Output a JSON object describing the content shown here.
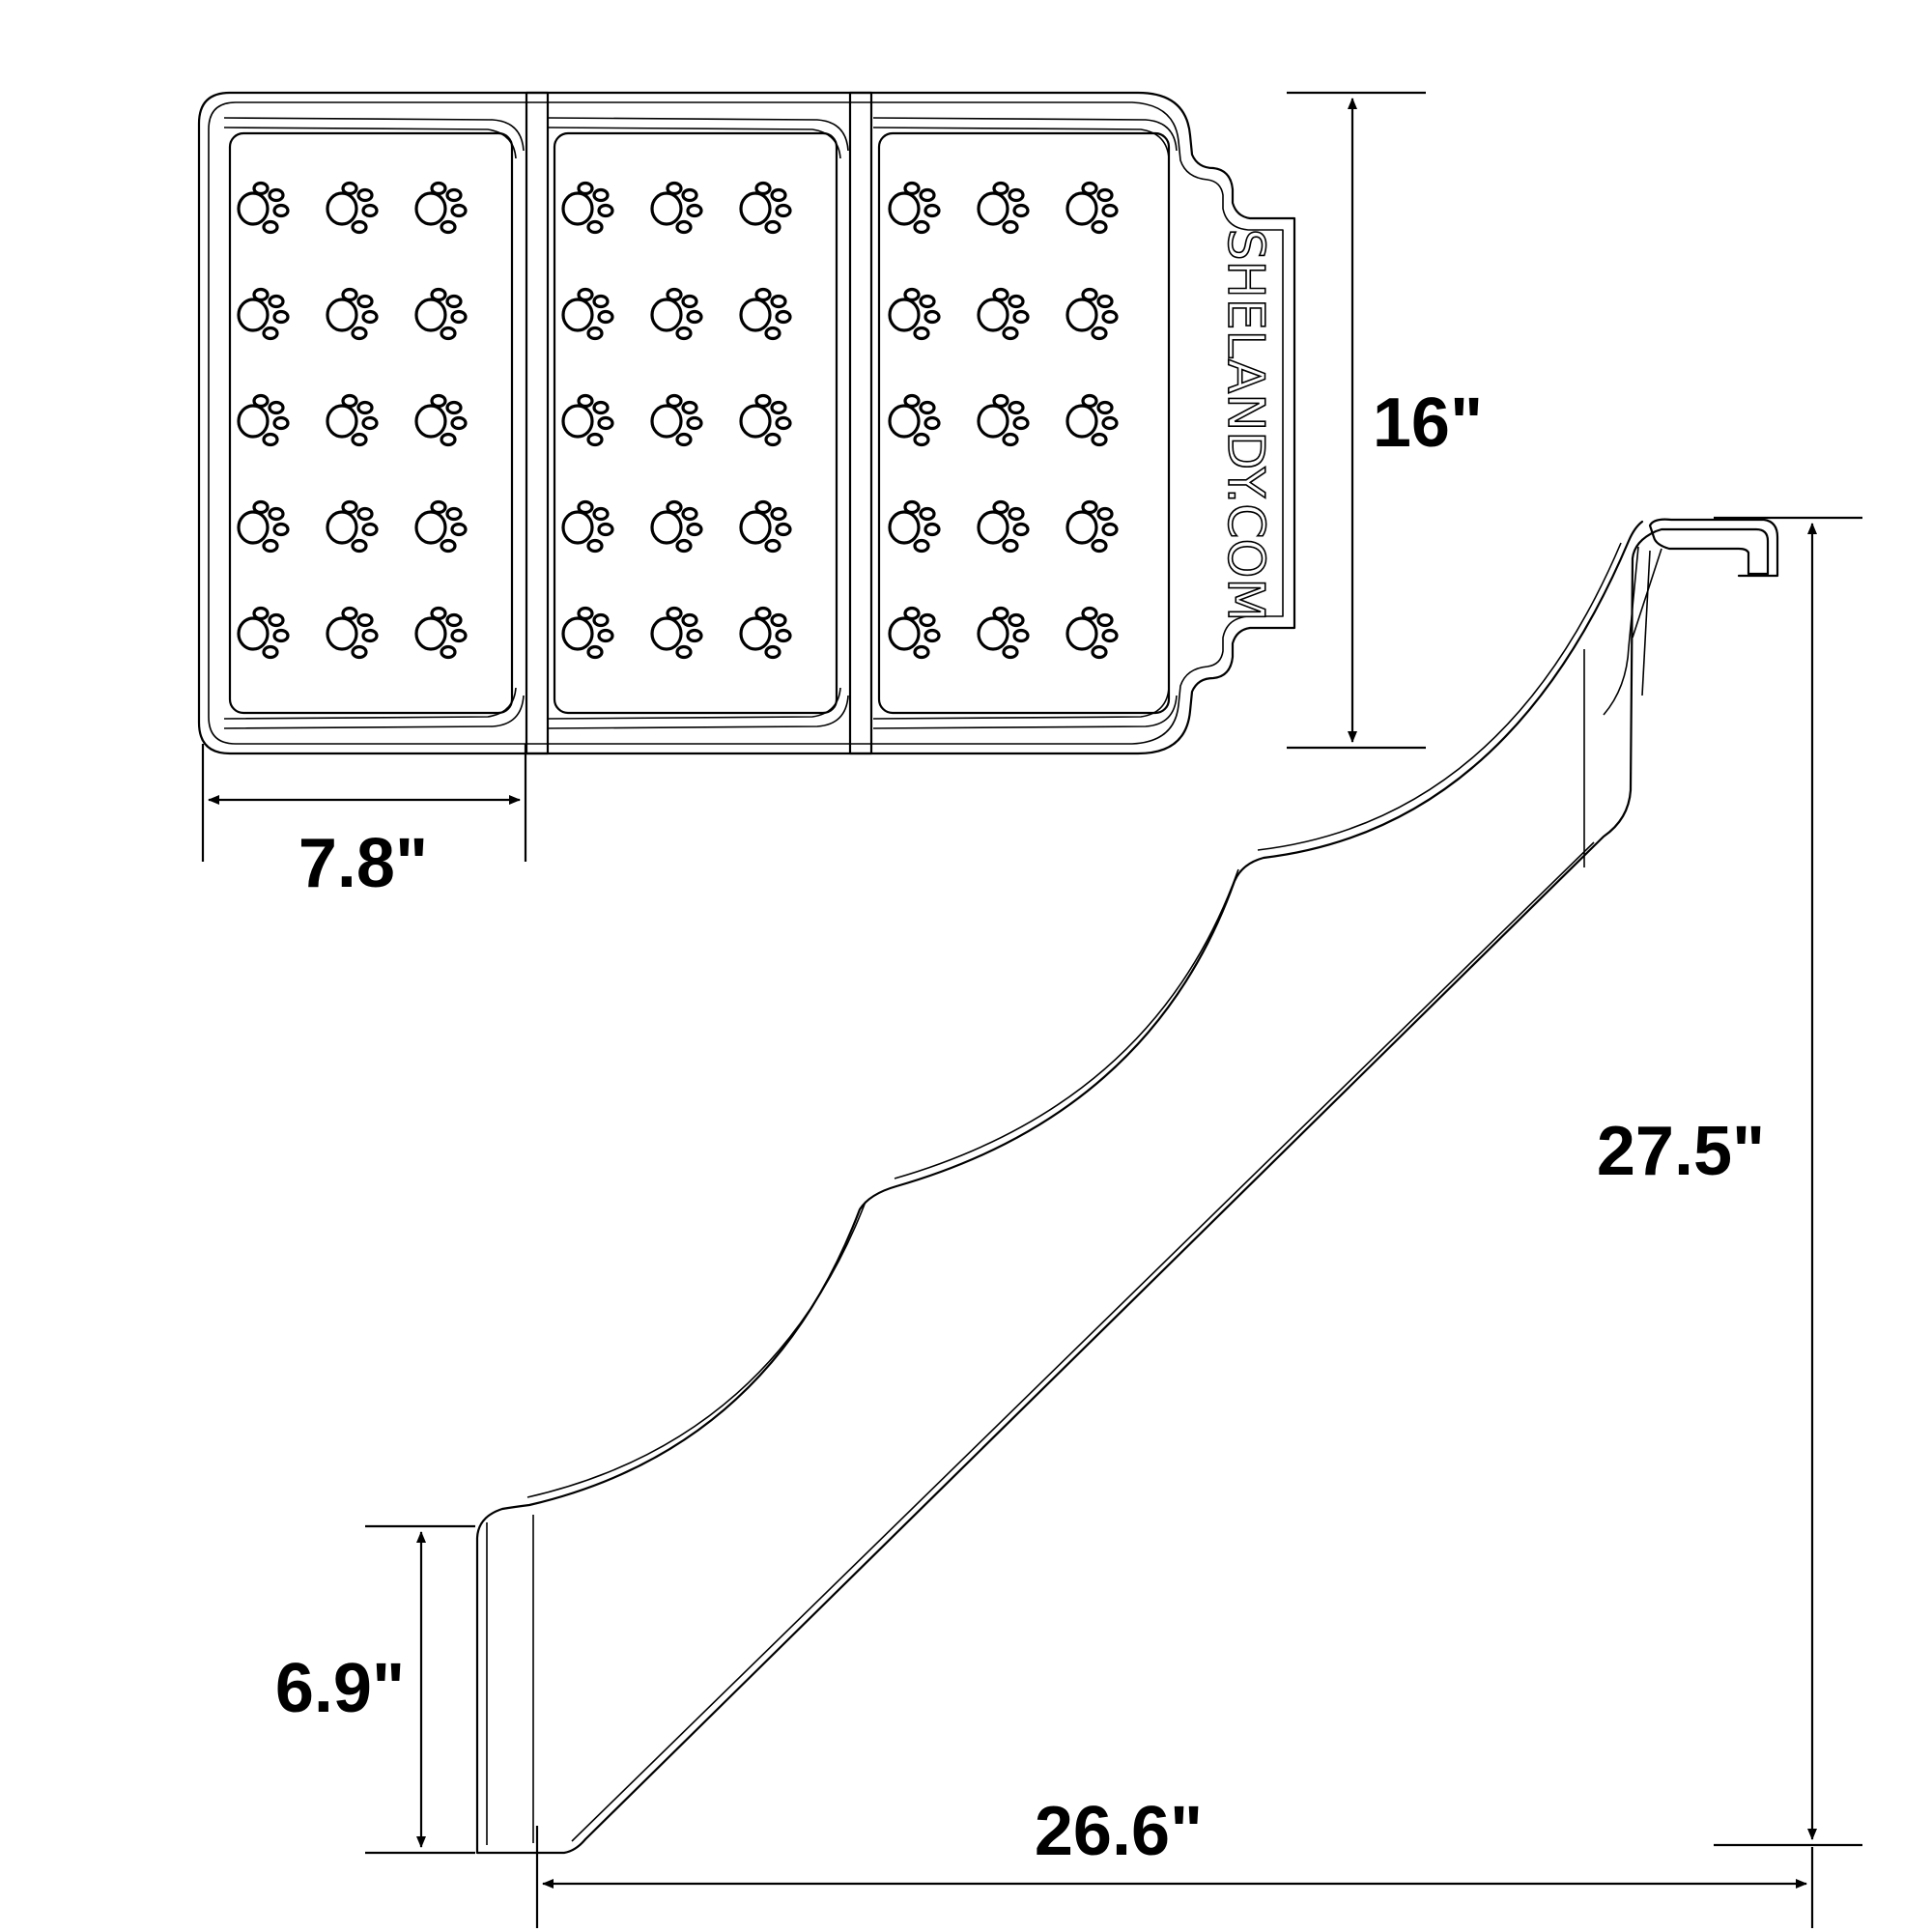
{
  "brand_text": "SHELANDY.COM",
  "icon": "paw-print-icon",
  "paw_grid": {
    "panels": 3,
    "rows": 5,
    "cols": 3
  },
  "dimensions": {
    "step_depth": "7.8\"",
    "step_width": "16\"",
    "total_height": "27.5\"",
    "total_length": "26.6\"",
    "bottom_height": "6.9\""
  }
}
